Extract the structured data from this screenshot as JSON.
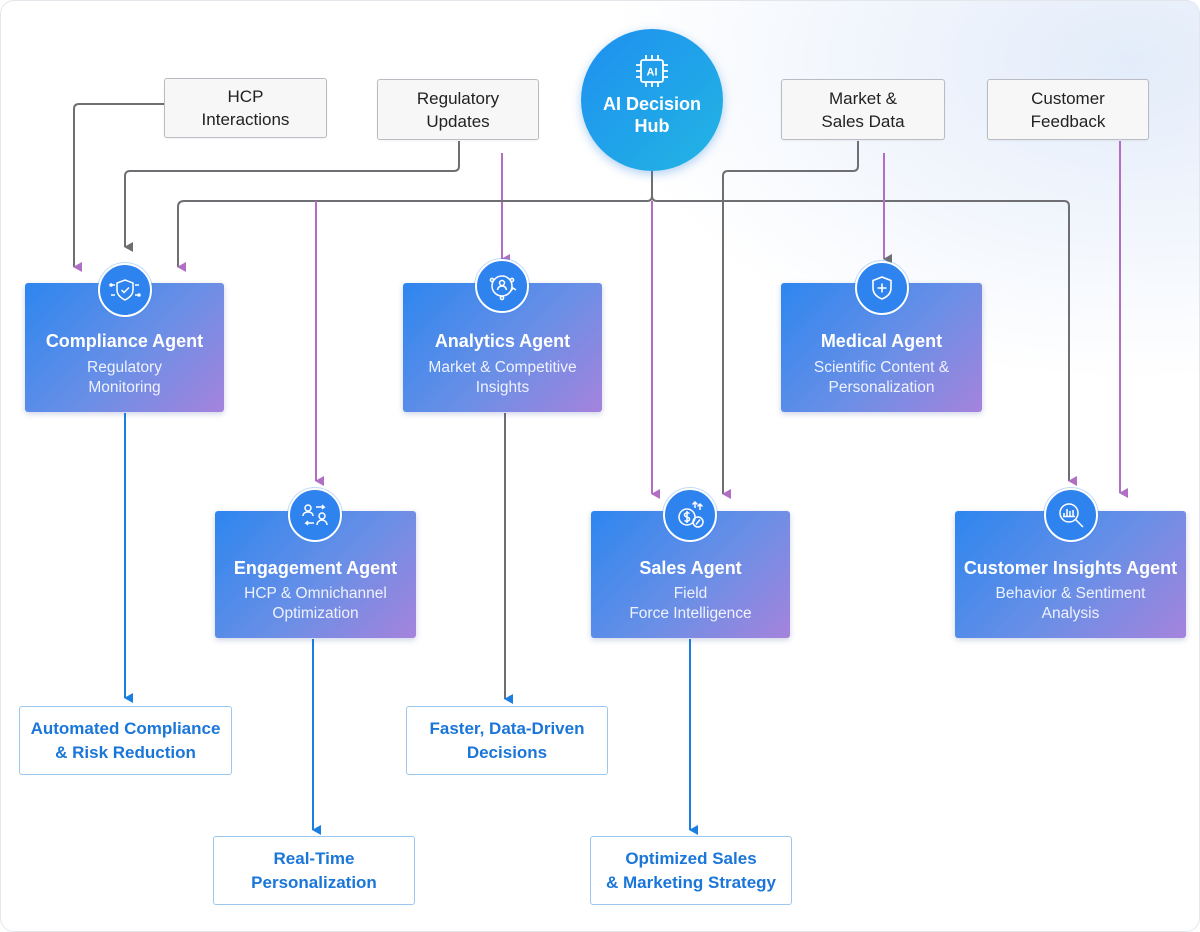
{
  "hub": {
    "label": "AI Decision\nHub",
    "chip_text": "AI"
  },
  "sources": [
    {
      "id": "hcp",
      "label": "HCP\nInteractions"
    },
    {
      "id": "regulatory",
      "label": "Regulatory\nUpdates"
    },
    {
      "id": "market",
      "label": "Market &\nSales Data"
    },
    {
      "id": "feedback",
      "label": "Customer\nFeedback"
    }
  ],
  "agents": [
    {
      "id": "compliance",
      "title": "Compliance Agent",
      "subtitle": "Regulatory\nMonitoring",
      "icon": "shield-circuit-icon"
    },
    {
      "id": "analytics",
      "title": "Analytics Agent",
      "subtitle": "Market & Competitive\nInsights",
      "icon": "analytics-network-icon"
    },
    {
      "id": "medical",
      "title": "Medical Agent",
      "subtitle": "Scientific Content &\nPersonalization",
      "icon": "medical-shield-icon"
    },
    {
      "id": "engagement",
      "title": "Engagement Agent",
      "subtitle": "HCP & Omnichannel\nOptimization",
      "icon": "people-exchange-icon"
    },
    {
      "id": "sales",
      "title": "Sales Agent",
      "subtitle": "Field\nForce Intelligence",
      "icon": "dollar-percent-icon"
    },
    {
      "id": "insights",
      "title": "Customer Insights Agent",
      "subtitle": "Behavior & Sentiment\nAnalysis",
      "icon": "magnifier-chart-icon"
    }
  ],
  "outcomes": [
    {
      "id": "compliance",
      "label": "Automated Compliance\n& Risk Reduction"
    },
    {
      "id": "analytics",
      "label": "Faster, Data-Driven\nDecisions"
    },
    {
      "id": "engagement",
      "label": "Real-Time\nPersonalization"
    },
    {
      "id": "sales",
      "label": "Optimized Sales\n& Marketing Strategy"
    }
  ],
  "colors": {
    "wire_gray": "#6f6f73",
    "wire_purple": "#b06fc4",
    "wire_blue": "#1a7fe0",
    "outcome_text": "#1a76d8",
    "agent_gradient": [
      "#2d86ef",
      "#a583dc"
    ],
    "hub_gradient": [
      "#1e8ff0",
      "#22b5e3"
    ]
  }
}
